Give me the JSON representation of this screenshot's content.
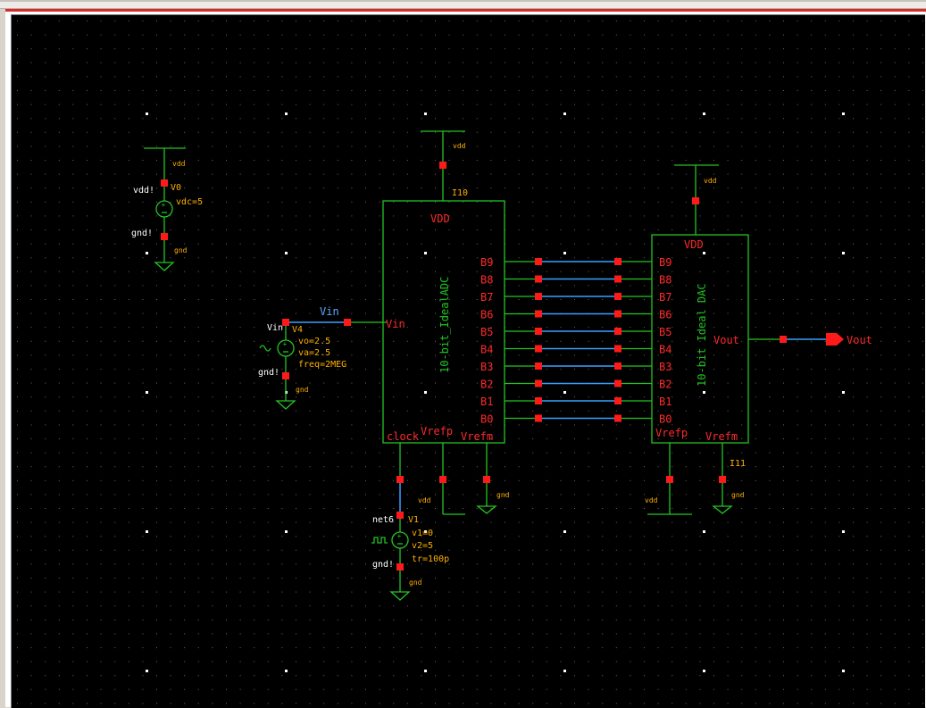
{
  "colors": {
    "wire": "#23c423",
    "net_wire": "#39a0ff",
    "pin": "#ff1a1a",
    "pin_label": "#ff2a2a",
    "instance_label": "#ffb000",
    "net_label": "#5aa7ff",
    "cell_label": "#21c421",
    "grid_dot": "#6a6a6a",
    "major_dot": "#ffffff",
    "background": "#000000"
  },
  "schematic": {
    "vdd_source": {
      "net_top": "vdd",
      "node_left": "vdd!",
      "instance": "V0",
      "param": "vdc=5",
      "node_bottom": "gnd!",
      "net_bottom": "gnd"
    },
    "vin_source": {
      "net_name": "Vin",
      "node_top": "Vin",
      "instance": "V4",
      "params": [
        "vo=2.5",
        "va=2.5",
        "freq=2MEG"
      ],
      "node_bottom": "gnd!",
      "net_bottom": "gnd"
    },
    "clock_source": {
      "node_top": "net6",
      "instance": "V1",
      "params": [
        "v1=0",
        "v2=5",
        "tr=100p"
      ],
      "node_bottom": "gnd!",
      "net_bottom": "gnd"
    },
    "adc": {
      "instance": "I10",
      "supply_pin": "VDD",
      "supply_net": "vdd",
      "input_pin": "Vin",
      "cell_name": "10-bit_IdealADC",
      "bottom_pins": [
        "clock",
        "Vrefp",
        "Vrefm"
      ],
      "vrefp_net": "vdd",
      "vrefm_net": "gnd"
    },
    "dac": {
      "instance": "I11",
      "supply_pin": "VDD",
      "supply_net": "vdd",
      "output_pin": "Vout",
      "cell_name": "10-bit Ideal DAC",
      "bottom_pins": [
        "Vrefp",
        "Vrefm"
      ],
      "vrefp_net": "vdd",
      "vrefm_net": "gnd",
      "output_terminal": "Vout"
    },
    "bits": [
      "B9",
      "B8",
      "B7",
      "B6",
      "B5",
      "B4",
      "B3",
      "B2",
      "B1",
      "B0"
    ]
  }
}
